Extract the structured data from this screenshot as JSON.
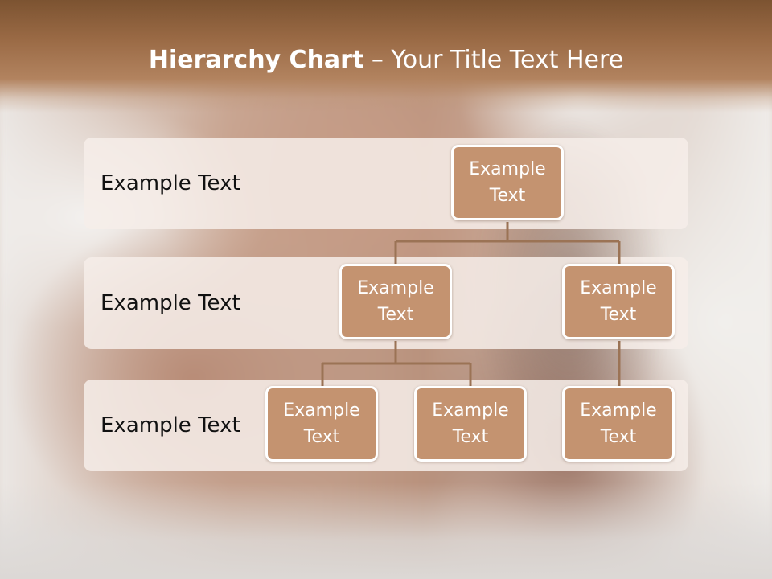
{
  "title": {
    "bold": "Hierarchy Chart",
    "rest": " – Your Title Text Here"
  },
  "levels": [
    {
      "label": "Example Text"
    },
    {
      "label": "Example Text"
    },
    {
      "label": "Example Text"
    }
  ],
  "nodes": {
    "root": "Example\nText",
    "level2_left": "Example\nText",
    "level2_right": "Example\nText",
    "level3_left": "Example\nText",
    "level3_middle": "Example\nText",
    "level3_right": "Example\nText"
  },
  "colors": {
    "title_band": "#9a6a45",
    "node_fill": "#c49370",
    "node_border": "#ffffff",
    "connector": "#9b7355",
    "level_band": "#f6eee9"
  }
}
